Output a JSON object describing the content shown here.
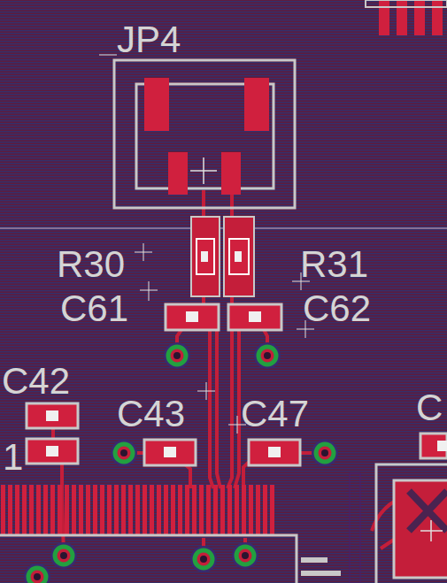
{
  "diagram": {
    "labels": [
      "JP4",
      "R30",
      "R31",
      "C61",
      "C62",
      "C42",
      "1",
      "C43",
      "C47",
      "C"
    ]
  }
}
